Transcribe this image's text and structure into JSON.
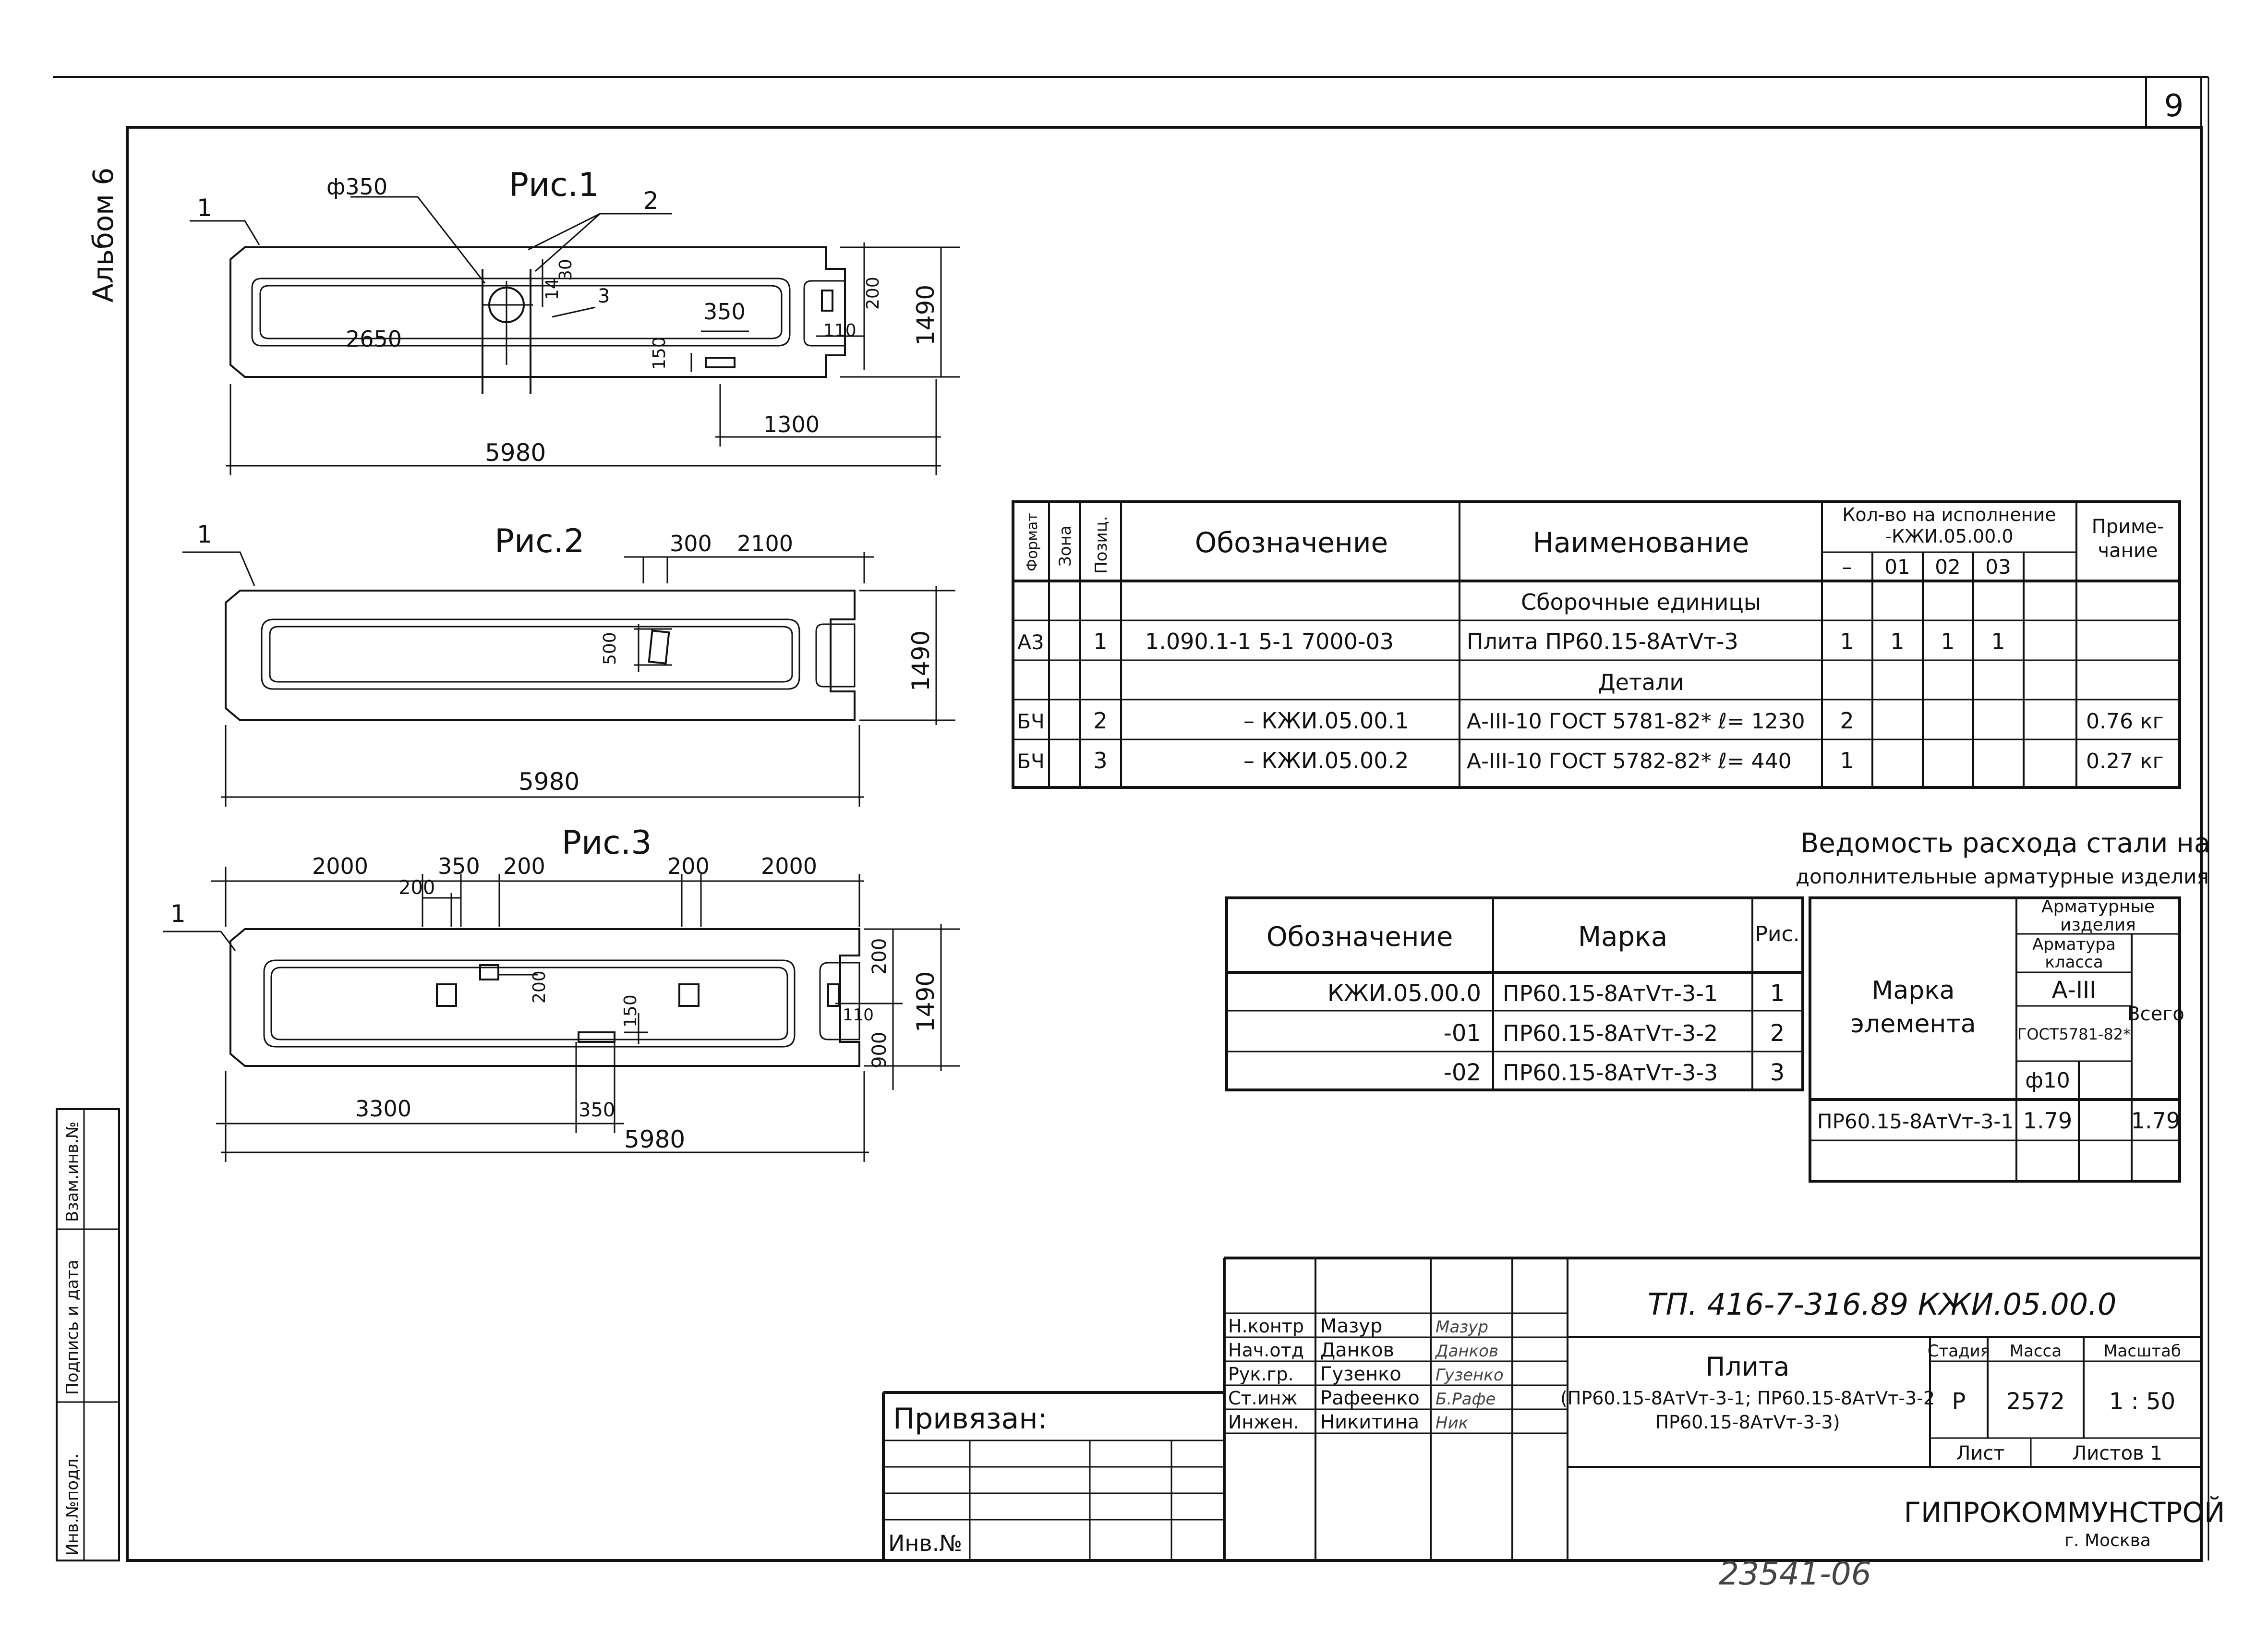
{
  "sheet": {
    "page_number": "9",
    "album": "Альбом 6",
    "bottom_number": "23541-06"
  },
  "figures": {
    "fig1": {
      "title": "Рис.1",
      "callouts": [
        "1",
        "2",
        "3"
      ],
      "dims": {
        "phi": "ф350",
        "d30": "30",
        "d14": "14",
        "d2650": "2650",
        "d350": "350",
        "d150": "150",
        "d200": "200",
        "d110": "110",
        "d1490": "1490",
        "d1300": "1300",
        "d5980": "5980"
      }
    },
    "fig2": {
      "title": "Рис.2",
      "callout": "1",
      "dims": {
        "d300": "300",
        "d2100": "2100",
        "d500": "500",
        "d1490": "1490",
        "d5980": "5980"
      }
    },
    "fig3": {
      "title": "Рис.3",
      "callout": "1",
      "dims": {
        "d2000a": "2000",
        "d350a": "350",
        "d200a": "200",
        "d200b": "200",
        "d200c": "200",
        "d2000b": "2000",
        "d200d": "200",
        "d150": "150",
        "d200e": "200",
        "d110": "110",
        "d900": "900",
        "d1490": "1490",
        "d3300": "3300",
        "d350b": "350",
        "d5980": "5980"
      }
    }
  },
  "spec_table": {
    "headers": {
      "format": "Формат",
      "zone": "Зона",
      "pos": "Позиц.",
      "designation": "Обозначение",
      "name": "Наименование",
      "qty_title_1": "Кол-во на исполнение",
      "qty_title_2": "-КЖИ.05.00.0",
      "qty_cols": [
        "–",
        "01",
        "02",
        "03",
        ""
      ],
      "note_1": "Приме-",
      "note_2": "чание"
    },
    "section_assembly": "Сборочные единицы",
    "section_parts": "Детали",
    "rows": [
      {
        "format": "А3",
        "pos": "1",
        "designation": "1.090.1-1  5-1  7000-03",
        "name": "Плита  ПР60.15-8АтVт-3",
        "q": [
          "1",
          "1",
          "1",
          "1"
        ],
        "note": ""
      },
      {
        "format": "БЧ",
        "pos": "2",
        "designation": "– КЖИ.05.00.1",
        "name": "А-III-10 ГОСТ 5781-82* ℓ= 1230",
        "q": [
          "2",
          "",
          "",
          ""
        ],
        "note": "0.76 кг"
      },
      {
        "format": "БЧ",
        "pos": "3",
        "designation": "– КЖИ.05.00.2",
        "name": "А-III-10 ГОСТ 5782-82* ℓ= 440",
        "q": [
          "1",
          "",
          "",
          ""
        ],
        "note": "0.27 кг"
      }
    ]
  },
  "marks_table": {
    "headers": {
      "designation": "Обозначение",
      "mark": "Марка",
      "fig": "Рис."
    },
    "rows": [
      {
        "designation": "КЖИ.05.00.0",
        "mark": "ПР60.15-8АтVт-3-1",
        "fig": "1"
      },
      {
        "designation": "-01",
        "mark": "ПР60.15-8АтVт-3-2",
        "fig": "2"
      },
      {
        "designation": "-02",
        "mark": "ПР60.15-8АтVт-3-3",
        "fig": "3"
      }
    ]
  },
  "steel_table": {
    "title_1": "Ведомость расхода стали на",
    "title_2": "дополнительные арматурные изделия",
    "col_element_1": "Марка",
    "col_element_2": "элемента",
    "col_group_1": "Арматурные",
    "col_group_2": "изделия",
    "col_class_1": "Арматура",
    "col_class_2": "класса",
    "col_grade": "А-III",
    "col_gost": "ГОСТ5781-82*",
    "col_dia": "ф10",
    "col_total": "Всего",
    "row": {
      "element": "ПР60.15-8АтVт-3-1",
      "value": "1.79",
      "total": "1.79"
    }
  },
  "title_block": {
    "roles": [
      {
        "role": "Н.контр",
        "name": "Мазур"
      },
      {
        "role": "Нач.отд",
        "name": "Данков"
      },
      {
        "role": "Рук.гр.",
        "name": "Гузенко"
      },
      {
        "role": "Ст.инж",
        "name": "Рафеенко"
      },
      {
        "role": "Инжен.",
        "name": "Никитина"
      }
    ],
    "signatures": [
      "Мазур",
      "Данков",
      "Гузенко",
      "Б.Рафе",
      "Ник"
    ],
    "doc_code": "ТП. 416-7-316.89 КЖИ.05.00.0",
    "title": "Плита",
    "subtitle_1": "(ПР60.15-8АтVт-3-1; ПР60.15-8АтVт-3-2",
    "subtitle_2": "ПР60.15-8АтVт-3-3)",
    "stage_label": "Стадия",
    "mass_label": "Масса",
    "scale_label": "Масштаб",
    "stage": "Р",
    "mass": "2572",
    "scale": "1 : 50",
    "sheet_label": "Лист",
    "sheets_label": "Листов 1",
    "org": "ГИПРОКОММУНСТРОЙ",
    "city": "г. Москва",
    "bound": "Привязан:",
    "inv": "Инв.№"
  },
  "side_stamp": {
    "inv_orig": "Инв.№подл.",
    "sign_date": "Подпись и дата",
    "replace_inv": "Взам.инв.№"
  }
}
